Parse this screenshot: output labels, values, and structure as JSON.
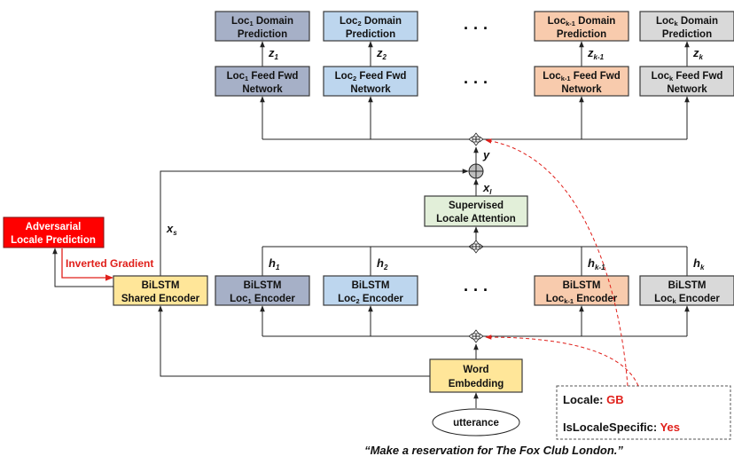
{
  "colors": {
    "slate": "#a6b0c7",
    "blue": "#bdd6ee",
    "peach": "#f8cbad",
    "grey": "#d9d9d9",
    "yellow": "#ffe699",
    "green": "#e2efd9",
    "red": "#ff0000",
    "accent_red": "#e0201b"
  },
  "domain_boxes": [
    {
      "pre": "Loc",
      "sub": "1",
      "post": " Domain",
      "line2": "Prediction"
    },
    {
      "pre": "Loc",
      "sub": "2",
      "post": " Domain",
      "line2": "Prediction"
    },
    {
      "pre": "Loc",
      "sub": "k-1",
      "post": " Domain",
      "line2": "Prediction"
    },
    {
      "pre": "Loc",
      "sub": "k",
      "post": " Domain",
      "line2": "Prediction"
    }
  ],
  "ffn_boxes": [
    {
      "pre": "Loc",
      "sub": "1",
      "post": " Feed Fwd",
      "line2": "Network"
    },
    {
      "pre": "Loc",
      "sub": "2",
      "post": " Feed Fwd",
      "line2": "Network"
    },
    {
      "pre": "Loc",
      "sub": "k-1",
      "post": " Feed Fwd",
      "line2": "Network"
    },
    {
      "pre": "Loc",
      "sub": "k",
      "post": " Feed Fwd",
      "line2": "Network"
    }
  ],
  "z_labels": [
    {
      "base": "z",
      "sub": "1"
    },
    {
      "base": "z",
      "sub": "2"
    },
    {
      "base": "z",
      "sub": "k-1"
    },
    {
      "base": "z",
      "sub": "k"
    }
  ],
  "encoder_boxes": [
    {
      "line1": "BiLSTM",
      "pre": "Loc",
      "sub": "1",
      "post": " Encoder"
    },
    {
      "line1": "BiLSTM",
      "pre": "Loc",
      "sub": "2",
      "post": " Encoder"
    },
    {
      "line1": "BiLSTM",
      "pre": "Loc",
      "sub": "k-1",
      "post": " Encoder"
    },
    {
      "line1": "BiLSTM",
      "pre": "Loc",
      "sub": "k",
      "post": " Encoder"
    }
  ],
  "h_labels": [
    {
      "base": "h",
      "sub": "1"
    },
    {
      "base": "h",
      "sub": "2"
    },
    {
      "base": "h",
      "sub": "k-1"
    },
    {
      "base": "h",
      "sub": "k"
    }
  ],
  "ellipsis": "· · ·",
  "shared_encoder": {
    "line1": "BiLSTM",
    "line2": "Shared Encoder"
  },
  "adversarial": {
    "line1": "Adversarial",
    "line2": "Locale Prediction"
  },
  "inverted_gradient": "Inverted Gradient",
  "attention": {
    "line1": "Supervised",
    "line2": "Locale Attention"
  },
  "word_embedding": {
    "line1": "Word",
    "line2": "Embedding"
  },
  "utterance": "utterance",
  "xs": {
    "base": "x",
    "sub": "s"
  },
  "xl": {
    "base": "x",
    "sub": "l"
  },
  "y_label": "y",
  "locale_box": {
    "locale_label": "Locale: ",
    "locale_value": "GB",
    "specific_label": "IsLocaleSpecific: ",
    "specific_value": "Yes"
  },
  "caption": "“Make a reservation for The Fox Club London.”"
}
